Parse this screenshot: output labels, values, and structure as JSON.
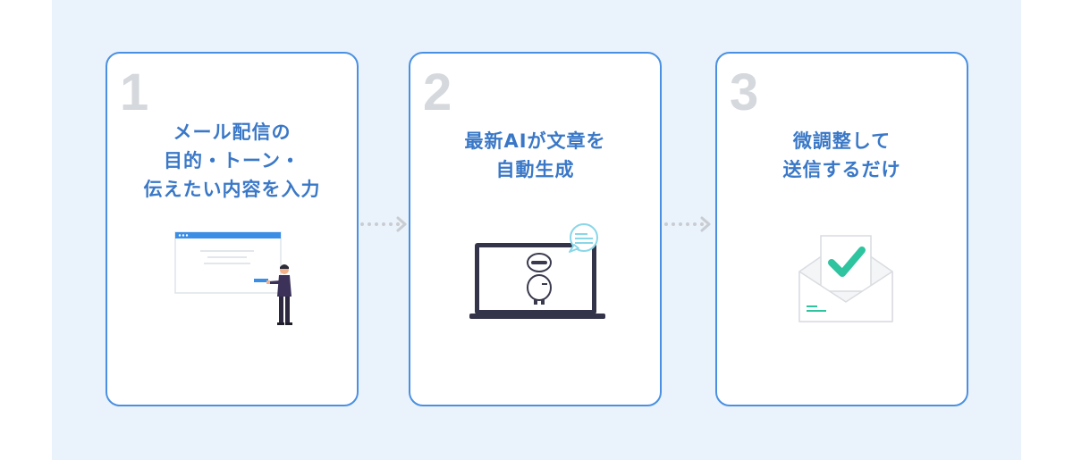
{
  "steps": [
    {
      "number": "1",
      "lines": [
        "メール配信の",
        "目的・トーン・",
        "伝えたい内容を入力"
      ]
    },
    {
      "number": "2",
      "lines": [
        "最新AIが文章を",
        "自動生成"
      ]
    },
    {
      "number": "3",
      "lines": [
        "微調整して",
        "送信するだけ"
      ]
    }
  ],
  "icons": {
    "step1": "person-at-browser-illustration",
    "step2": "laptop-robot-chat-illustration",
    "step3": "envelope-checkmark-illustration",
    "arrow": "dotted-arrow-right-icon"
  },
  "colors": {
    "background": "#eaf2fb",
    "card_border": "#4a90e2",
    "title": "#3a78c7",
    "number": "#d5d8dc",
    "accent_green": "#2ec4a0"
  }
}
